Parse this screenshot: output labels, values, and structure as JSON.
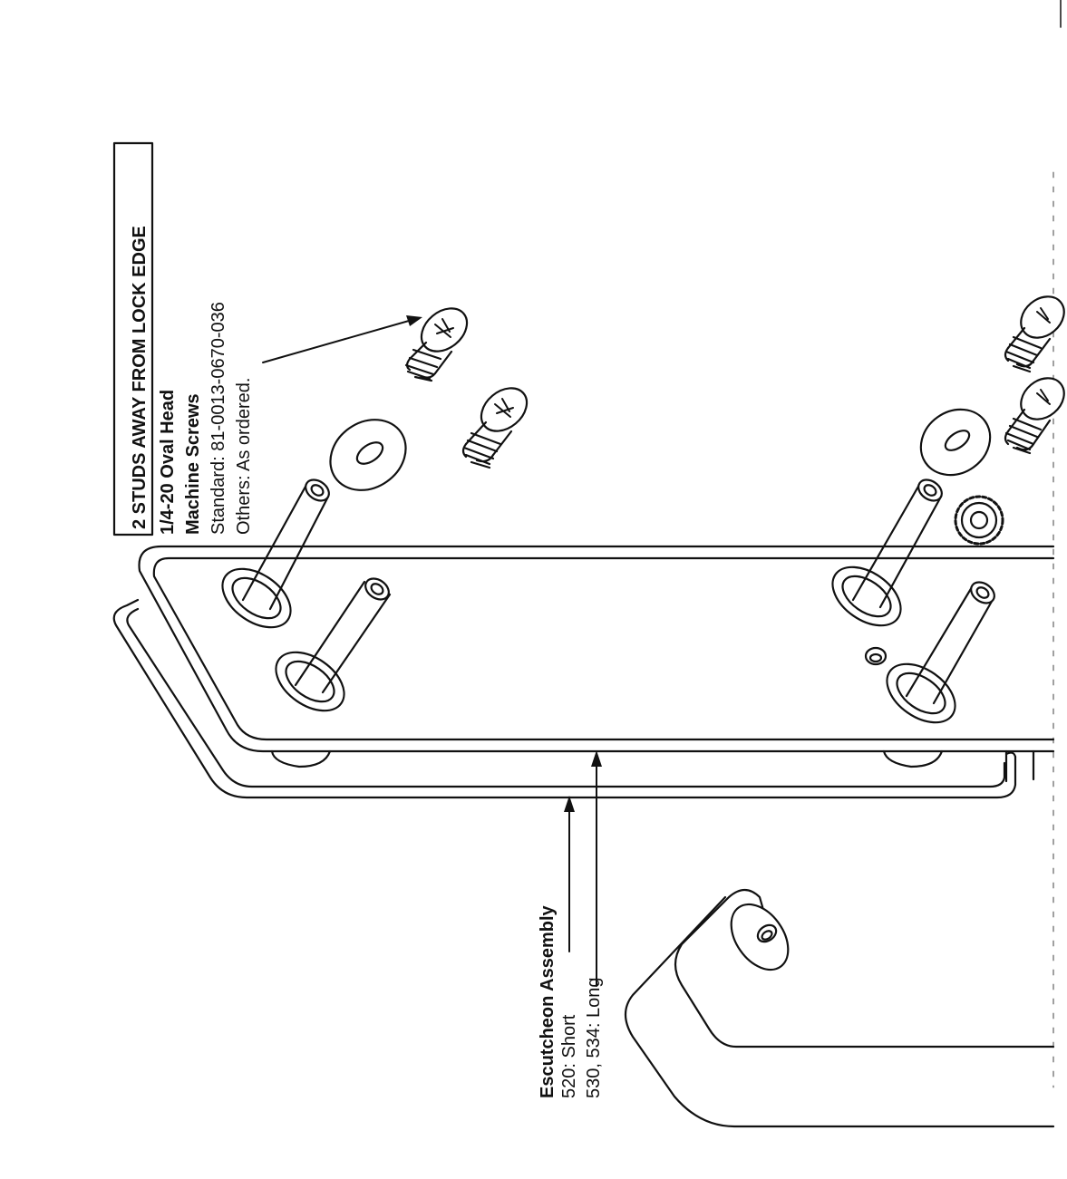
{
  "header_box": {
    "text": "2 STUDS AWAY FROM LOCK EDGE"
  },
  "screws_label": {
    "line1": "1/4-20 Oval Head",
    "line2": "Machine Screws",
    "line3": "Standard: 81-0013-0670-036",
    "line4": "Others: As ordered."
  },
  "escutcheon_label": {
    "title": "Escutcheon Assembly",
    "line1": "520: Short",
    "line2": "530, 534: Long"
  },
  "colors": {
    "ink": "#111111",
    "paper": "#ffffff"
  }
}
